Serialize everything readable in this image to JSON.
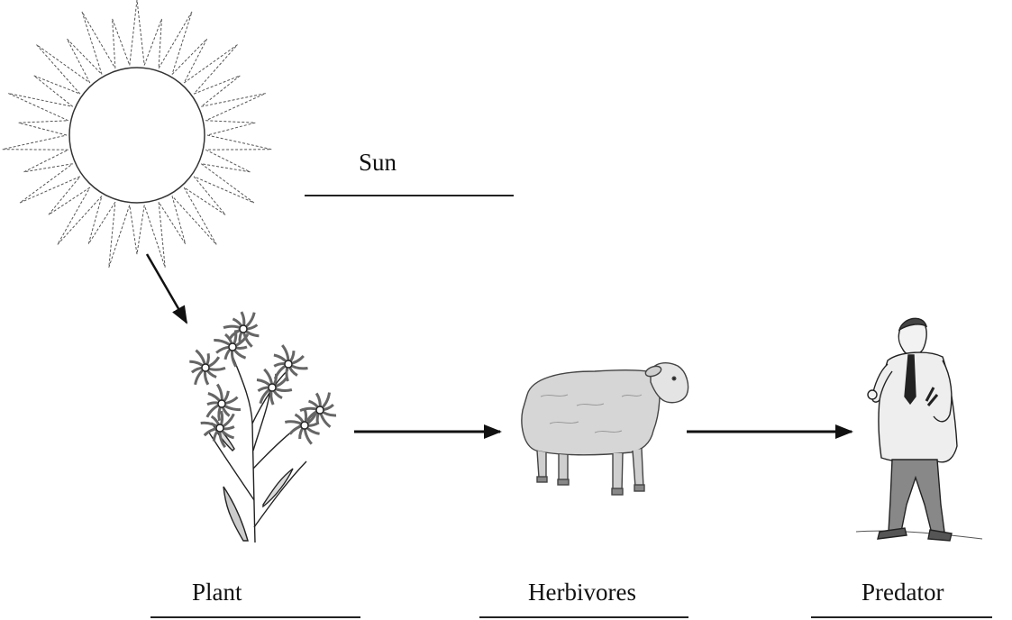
{
  "diagram": {
    "labels": {
      "sun": "Sun",
      "plant": "Plant",
      "herbivores": "Herbivores",
      "predator": "Predator"
    },
    "nodes": [
      {
        "id": "sun",
        "icon": "sun-icon"
      },
      {
        "id": "plant",
        "icon": "flowering-plant-icon"
      },
      {
        "id": "herbivores",
        "icon": "sheep-icon"
      },
      {
        "id": "predator",
        "icon": "man-icon"
      }
    ],
    "edges": [
      {
        "from": "sun",
        "to": "plant"
      },
      {
        "from": "plant",
        "to": "herbivores"
      },
      {
        "from": "herbivores",
        "to": "predator"
      }
    ]
  }
}
